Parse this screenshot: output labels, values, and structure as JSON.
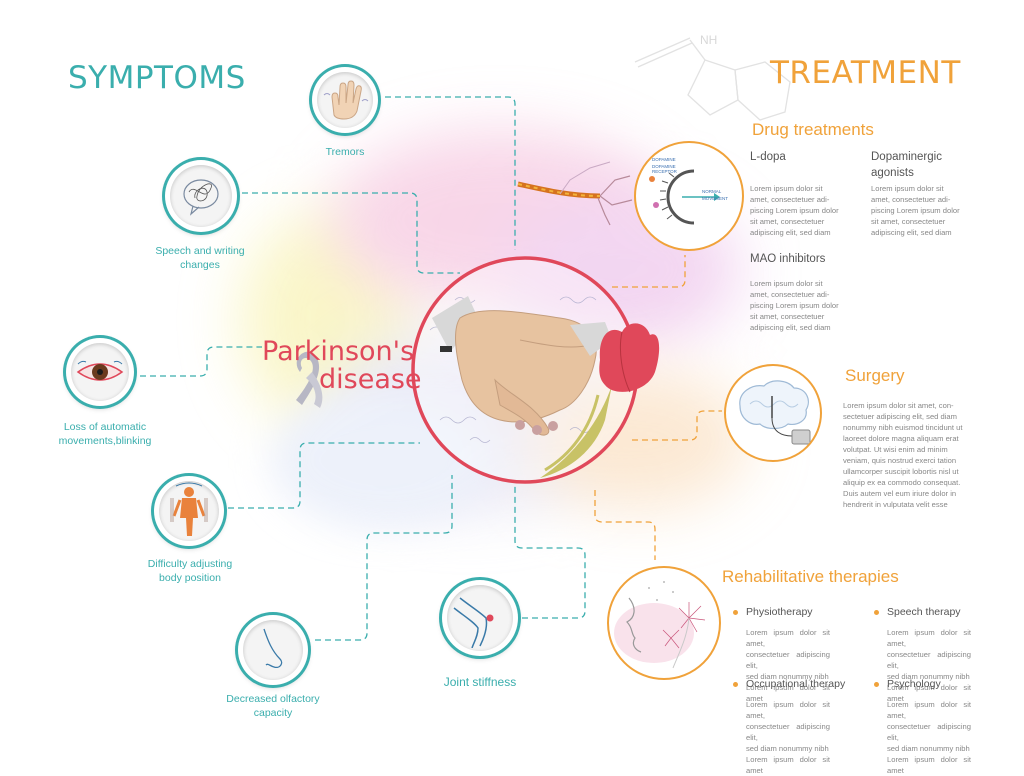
{
  "titles": {
    "symptoms": "SYMPTOMS",
    "treatment": "TREATMENT"
  },
  "center": {
    "line1": "Parkinson's",
    "line2": "disease"
  },
  "symptoms": {
    "tremors": "Tremors",
    "speech": [
      "Speech and writing",
      "changes"
    ],
    "blinking": [
      "Loss of automatic",
      "movements,blinking"
    ],
    "body": [
      "Difficulty adjusting",
      "body position"
    ],
    "olfactory": [
      "Decreased olfactory",
      "capacity"
    ],
    "joint": "Joint stiffness"
  },
  "molecule": {
    "nh": "NH"
  },
  "drug": {
    "heading": "Drug treatments",
    "ldopa": {
      "title": "L-dopa",
      "text": [
        "Lorem ipsum dolor sit",
        "amet, consectetuer adi-",
        "piscing Lorem ipsum dolor",
        "sit amet, consectetuer",
        "adipiscing elit, sed diam"
      ]
    },
    "agonists": {
      "title": [
        "Dopaminergic",
        "agonists"
      ],
      "text": [
        "Lorem ipsum dolor sit",
        "amet, consectetuer adi-",
        "piscing Lorem ipsum dolor",
        "sit amet, consectetuer",
        "adipiscing elit, sed diam"
      ]
    },
    "mao": {
      "title": "MAO inhibitors",
      "text": [
        "Lorem ipsum dolor sit",
        "amet, consectetuer adi-",
        "piscing Lorem ipsum dolor",
        "sit amet, consectetuer",
        "adipiscing elit, sed diam"
      ]
    },
    "diagram": {
      "dopamine": "DOPAMINE",
      "receptor": "DOPAMINE RECEPTOR",
      "normal": [
        "NORMAL",
        "MOVEMENT"
      ]
    }
  },
  "surgery": {
    "heading": "Surgery",
    "text": [
      "Lorem ipsum dolor sit amet, con-",
      "sectetuer adipiscing elit, sed diam",
      "nonummy nibh euismod tincidunt ut",
      "laoreet dolore magna aliquam erat",
      "volutpat. Ut wisi enim ad minim",
      "veniam, quis nostrud exerci tation",
      "ullamcorper suscipit lobortis nisl ut",
      "aliquip ex ea commodo consequat.",
      "Duis autem vel eum iriure dolor in",
      "hendrerit in vulputata velit esse"
    ]
  },
  "rehab": {
    "heading": "Rehabilitative therapies",
    "items": [
      {
        "title": "Physiotherapy",
        "text": [
          "Lorem ipsum dolor sit amet,",
          "consectetuer adipiscing elit,",
          "sed  diam  nonummy  nibh",
          "Lorem ipsum dolor sit amet"
        ]
      },
      {
        "title": "Speech therapy",
        "text": [
          "Lorem ipsum dolor sit amet,",
          "consectetuer adipiscing elit,",
          "sed  diam  nonummy  nibh",
          "Lorem ipsum dolor sit amet"
        ]
      },
      {
        "title": "Occupational therapy",
        "text": [
          "Lorem ipsum dolor sit amet,",
          "consectetuer adipiscing elit,",
          "sed  diam  nonummy  nibh",
          "Lorem ipsum dolor sit amet"
        ]
      },
      {
        "title": "Psychology",
        "text": [
          "Lorem ipsum dolor sit amet,",
          "consectetuer adipiscing elit,",
          "sed  diam  nonummy  nibh",
          "Lorem ipsum dolor sit amet"
        ]
      }
    ]
  },
  "colors": {
    "teal": "#3aaead",
    "orange": "#f0a23a",
    "red": "#e0485a",
    "text": "#555555",
    "lorem": "#888888"
  }
}
